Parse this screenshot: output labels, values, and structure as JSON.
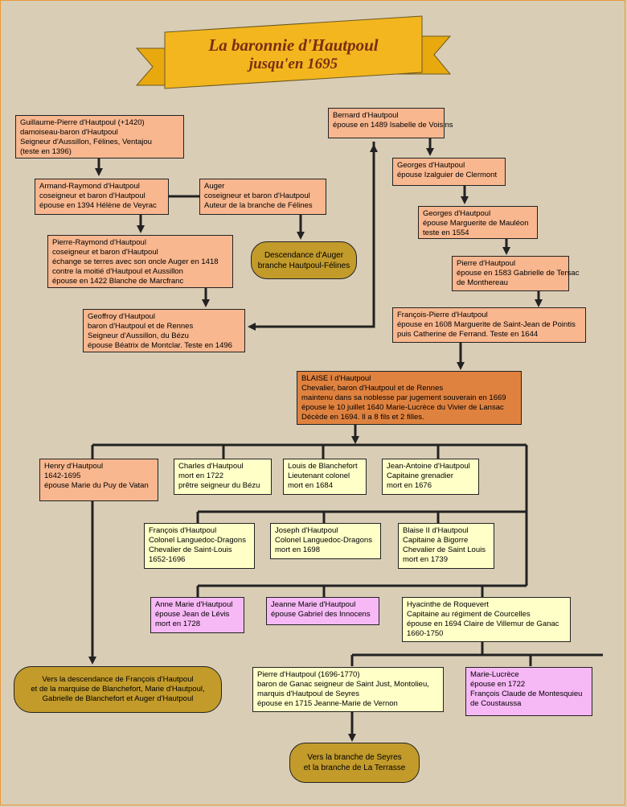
{
  "title": {
    "line1": "La baronnie d'Hautpoul",
    "line2": "jusqu'en 1695"
  },
  "colors": {
    "background": "#dacdb6",
    "orange": "#f8b78f",
    "dark_orange": "#e0823f",
    "yellow": "#ffffc8",
    "pink": "#f7b8f6",
    "pill": "#c29b2b",
    "banner": "#f3b61f"
  },
  "nodes": {
    "guillaume": [
      "Guillaume-Pierre d'Hautpoul (+1420)",
      "damoiseau-baron d'Hautpoul",
      "Seigneur d'Aussillon, Félines, Ventajou",
      "(teste en 1396)"
    ],
    "armand": [
      "Armand-Raymond d'Hautpoul",
      "coseigneur et baron d'Hautpoul",
      "épouse en 1394 Hélène de Veyrac"
    ],
    "auger": [
      "Auger",
      "coseigneur et baron d'Hautpoul",
      "Auteur de la branche de Félines"
    ],
    "descendance_auger": [
      "Descendance d'Auger",
      "branche Hautpoul-Félines"
    ],
    "pierre_raymond": [
      "Pierre-Raymond d'Hautpoul",
      "coseigneur et baron d'Hautpoul",
      "échange se terres avec son oncle Auger en 1418",
      "contre la moitié d'Hautpoul et Aussillon",
      "épouse en 1422 Blanche de Marcfranc"
    ],
    "geoffroy": [
      "Geoffroy d'Hautpoul",
      "baron d'Hautpoul et de Rennes",
      "Seigneur d'Aussillon, du Bézu",
      "épouse Béatrix de Montclar. Teste en 1496"
    ],
    "bernard": [
      "Bernard d'Hautpoul",
      "épouse en 1489 Isabelle de Voisins"
    ],
    "georges1": [
      "Georges d'Hautpoul",
      "épouse Izalguier de Clermont"
    ],
    "georges2": [
      "Georges d'Hautpoul",
      "épouse Marguerite de Mauléon",
      "teste en 1554"
    ],
    "pierre_h": [
      "Pierre d'Hautpoul",
      "épouse en 1583 Gabrielle de Tersac",
      "de Monthereau"
    ],
    "francois_pierre": [
      "François-Pierre d'Hautpoul",
      "épouse en 1608 Marguerite de Saint-Jean de Pointis",
      "puis Catherine de Ferrand. Teste en 1644"
    ],
    "blaise1": [
      "BLAISE I d'Hautpoul",
      "Chevalier, baron d'Hautpoul et de Rennes",
      "maintenu dans sa noblesse par jugement souverain en 1669",
      "épouse le 10 juillet 1640 Marie-Lucrèce du Vivier de Lansac",
      "Décède en 1694. Il a 8 fils et 2 filles."
    ],
    "henry": [
      "Henry d'Hautpoul",
      "1642-1695",
      "épouse Marie du Puy de Vatan"
    ],
    "charles": [
      "Charles d'Hautpoul",
      "mort en 1722",
      "prêtre seigneur du Bézu"
    ],
    "louis": [
      "Louis de Blanchefort",
      "Lieutenant colonel",
      "mort en 1684"
    ],
    "jean_antoine": [
      "Jean-Antoine d'Hautpoul",
      "Capitaine grenadier",
      "mort en 1676"
    ],
    "francois_h": [
      "François d'Hautpoul",
      "Colonel Languedoc-Dragons",
      "Chevalier de Saint-Louis",
      "1652-1696"
    ],
    "joseph": [
      "Joseph d'Hautpoul",
      "Colonel Languedoc-Dragons",
      "mort en 1698"
    ],
    "blaise2": [
      "Blaise II d'Hautpoul",
      "Capitaine à Bigorre",
      "Chevalier de Saint Louis",
      "mort en 1739"
    ],
    "anne_marie": [
      "Anne Marie d'Hautpoul",
      "épouse Jean de Lévis",
      "mort en 1728"
    ],
    "jeanne_marie": [
      "Jeanne Marie d'Hautpoul",
      "épouse Gabriel des Innocens"
    ],
    "hyacinthe": [
      "Hyacinthe de Roquevert",
      "Capitaine au régiment de Courcelles",
      "épouse en 1694 Claire de Villemur de Ganac",
      "1660-1750"
    ],
    "vers_francois": [
      "Vers la descendance de François d'Hautpoul",
      "et de la marquise de Blanchefort, Marie d'Hautpoul,",
      "Gabrielle de Blanchefort et Auger d'Hautpoul"
    ],
    "pierre_1696": [
      "Pierre d'Hautpoul (1696-1770)",
      "baron de Ganac seigneur de Saint Just, Montolieu,",
      "marquis d'Hautpoul de Seyres",
      "épouse en 1715 Jeanne-Marie de Vernon"
    ],
    "marie_lucrece": [
      "Marie-Lucrèce",
      "épouse  en 1722",
      "François Claude de Montesquieu",
      "de Coustaussa"
    ],
    "vers_seyres": [
      "Vers la branche de Seyres",
      "et la branche de La Terrasse"
    ]
  }
}
